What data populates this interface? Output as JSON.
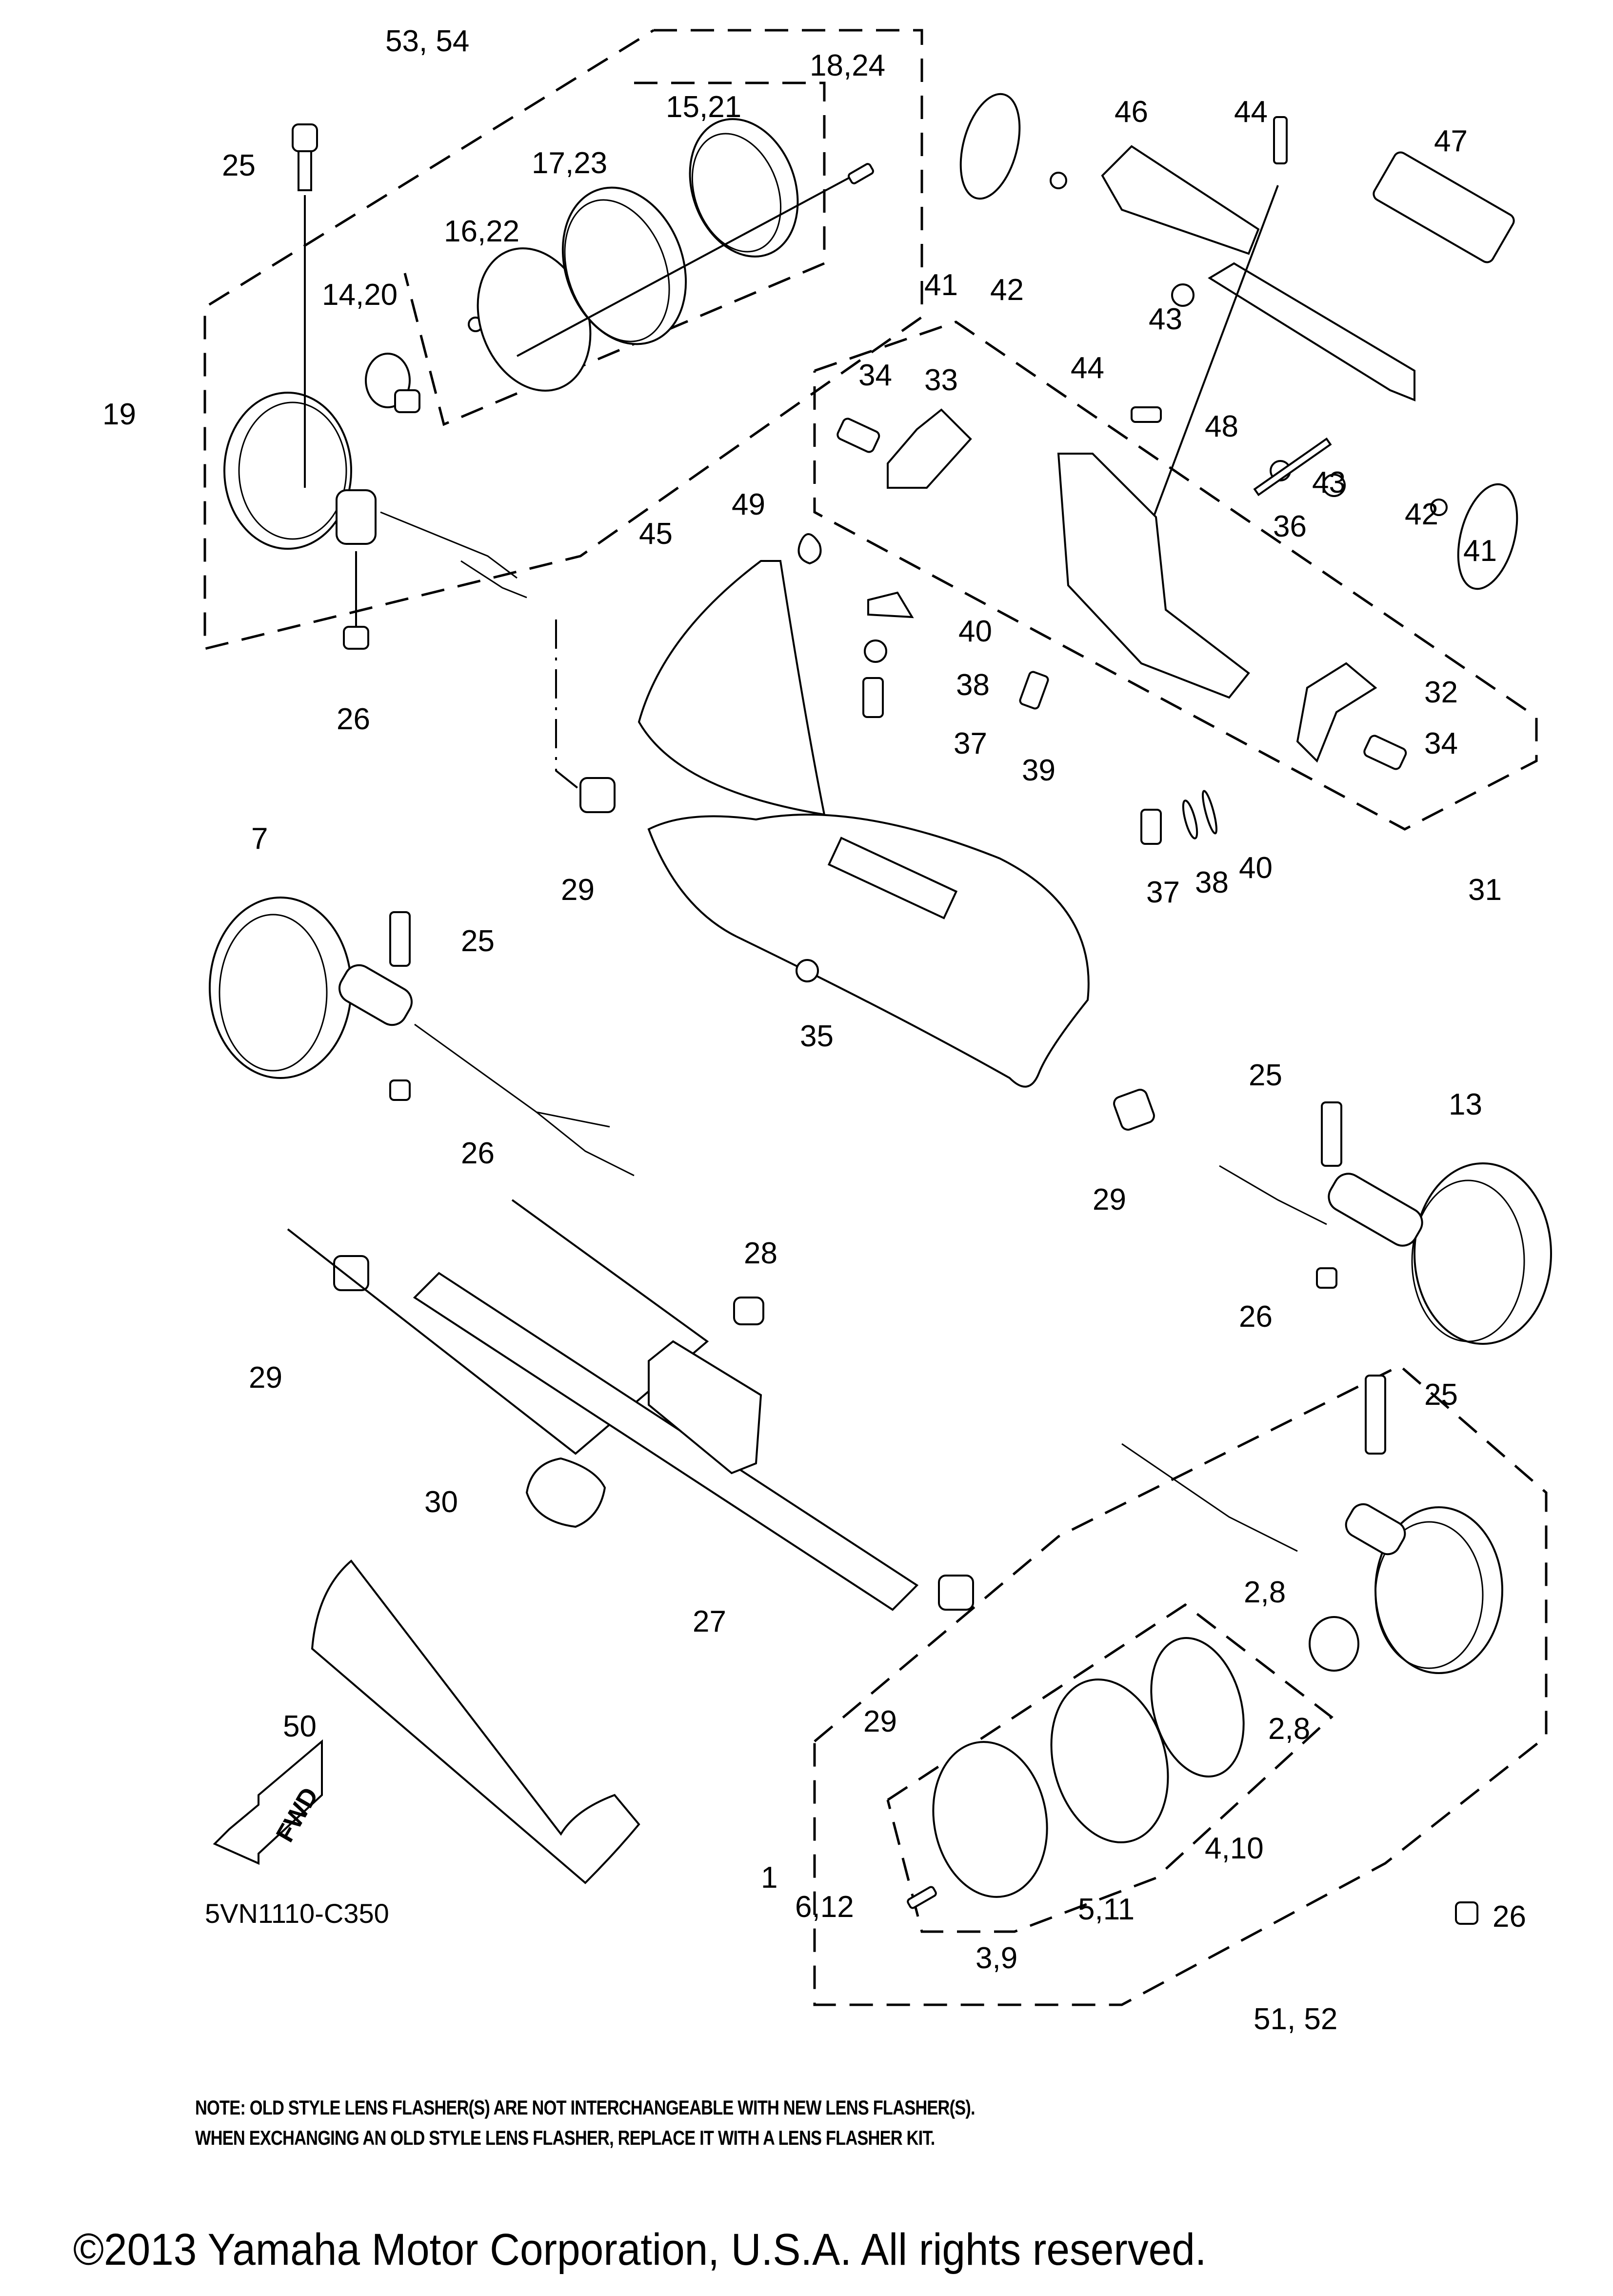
{
  "diagram": {
    "code": "5VN1110-C350",
    "direction_marker": "FWD",
    "callouts": [
      {
        "id": "c-53-54",
        "text": "53, 54"
      },
      {
        "id": "c-18-24",
        "text": "18,24"
      },
      {
        "id": "c-15-21",
        "text": "15,21"
      },
      {
        "id": "c-25-a",
        "text": "25"
      },
      {
        "id": "c-17-23",
        "text": "17,23"
      },
      {
        "id": "c-16-22",
        "text": "16,22"
      },
      {
        "id": "c-14-20",
        "text": "14,20"
      },
      {
        "id": "c-19",
        "text": "19"
      },
      {
        "id": "c-26-a",
        "text": "26"
      },
      {
        "id": "c-41-a",
        "text": "41"
      },
      {
        "id": "c-42-a",
        "text": "42"
      },
      {
        "id": "c-46",
        "text": "46"
      },
      {
        "id": "c-44-a",
        "text": "44"
      },
      {
        "id": "c-47",
        "text": "47"
      },
      {
        "id": "c-43-a",
        "text": "43"
      },
      {
        "id": "c-44-b",
        "text": "44"
      },
      {
        "id": "c-48",
        "text": "48"
      },
      {
        "id": "c-43-b",
        "text": "43"
      },
      {
        "id": "c-36",
        "text": "36"
      },
      {
        "id": "c-42-b",
        "text": "42"
      },
      {
        "id": "c-41-b",
        "text": "41"
      },
      {
        "id": "c-34-a",
        "text": "34"
      },
      {
        "id": "c-33",
        "text": "33"
      },
      {
        "id": "c-49",
        "text": "49"
      },
      {
        "id": "c-45",
        "text": "45"
      },
      {
        "id": "c-40-a",
        "text": "40"
      },
      {
        "id": "c-38-a",
        "text": "38"
      },
      {
        "id": "c-37-a",
        "text": "37"
      },
      {
        "id": "c-39",
        "text": "39"
      },
      {
        "id": "c-32",
        "text": "32"
      },
      {
        "id": "c-34-b",
        "text": "34"
      },
      {
        "id": "c-37-b",
        "text": "37"
      },
      {
        "id": "c-38-b",
        "text": "38"
      },
      {
        "id": "c-40-b",
        "text": "40"
      },
      {
        "id": "c-31",
        "text": "31"
      },
      {
        "id": "c-29-a",
        "text": "29"
      },
      {
        "id": "c-7",
        "text": "7"
      },
      {
        "id": "c-25-b",
        "text": "25"
      },
      {
        "id": "c-35",
        "text": "35"
      },
      {
        "id": "c-26-b",
        "text": "26"
      },
      {
        "id": "c-25-c",
        "text": "25"
      },
      {
        "id": "c-13",
        "text": "13"
      },
      {
        "id": "c-29-b",
        "text": "29"
      },
      {
        "id": "c-26-c",
        "text": "26"
      },
      {
        "id": "c-28",
        "text": "28"
      },
      {
        "id": "c-29-c",
        "text": "29"
      },
      {
        "id": "c-25-d",
        "text": "25"
      },
      {
        "id": "c-30",
        "text": "30"
      },
      {
        "id": "c-27",
        "text": "27"
      },
      {
        "id": "c-2-8-a",
        "text": "2,8"
      },
      {
        "id": "c-29-d",
        "text": "29"
      },
      {
        "id": "c-2-8-b",
        "text": "2,8"
      },
      {
        "id": "c-50",
        "text": "50"
      },
      {
        "id": "c-4-10",
        "text": "4,10"
      },
      {
        "id": "c-1",
        "text": "1"
      },
      {
        "id": "c-6-12",
        "text": "6,12"
      },
      {
        "id": "c-5-11",
        "text": "5,11"
      },
      {
        "id": "c-3-9",
        "text": "3,9"
      },
      {
        "id": "c-26-d",
        "text": "26"
      },
      {
        "id": "c-51-52",
        "text": "51, 52"
      }
    ]
  },
  "note": {
    "line1": "NOTE: OLD STYLE LENS FLASHER(S) ARE NOT INTERCHANGEABLE WITH NEW LENS FLASHER(S).",
    "line2": "WHEN EXCHANGING AN OLD STYLE LENS FLASHER, REPLACE IT WITH A LENS FLASHER KIT."
  },
  "copyright": "©2013 Yamaha Motor Corporation, U.S.A. All rights reserved."
}
